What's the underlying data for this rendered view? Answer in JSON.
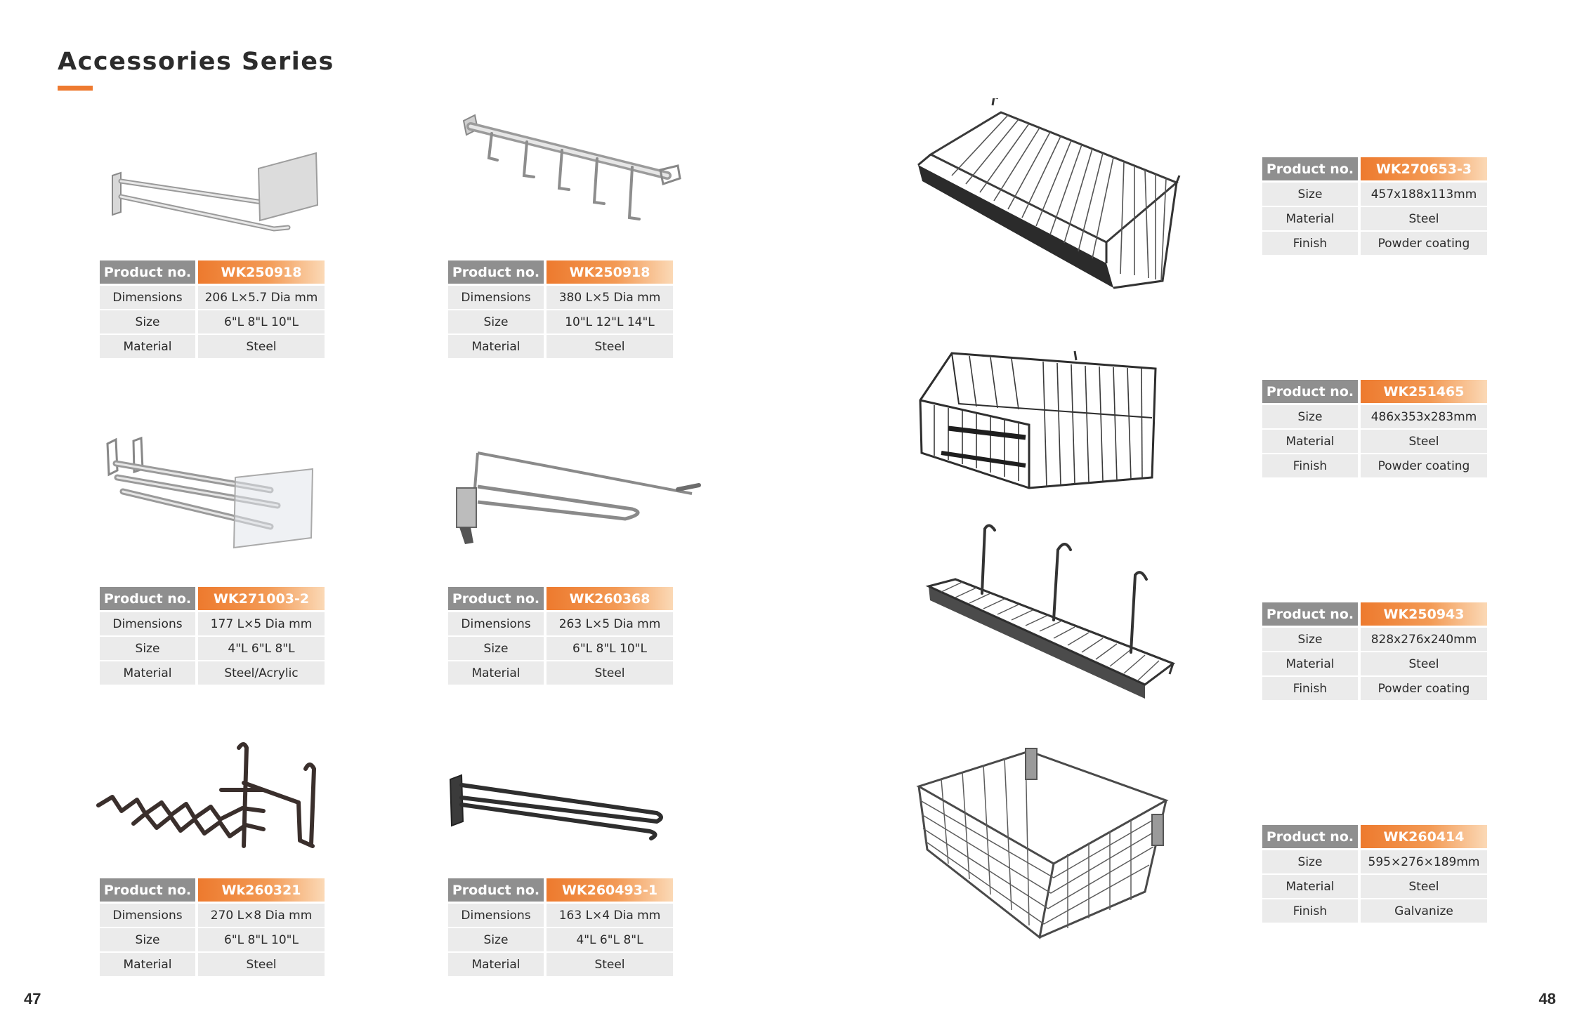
{
  "page_title": "Accessories Series",
  "page_numbers": {
    "left": "47",
    "right": "48"
  },
  "products": [
    {
      "name": "waterfall-hook-with-label-plate",
      "rows": [
        [
          "Product no.",
          "WK250918"
        ],
        [
          "Dimensions",
          "206 L×5.7 Dia mm"
        ],
        [
          "Size",
          "6\"L 8\"L 10\"L"
        ],
        [
          "Material",
          "Steel"
        ]
      ]
    },
    {
      "name": "five-prong-waterfall-arm",
      "rows": [
        [
          "Product no.",
          "WK250918"
        ],
        [
          "Dimensions",
          "380 L×5 Dia mm"
        ],
        [
          "Size",
          "10\"L 12\"L 14\"L"
        ],
        [
          "Material",
          "Steel"
        ]
      ]
    },
    {
      "name": "double-hook-with-acrylic-label",
      "rows": [
        [
          "Product no.",
          "WK271003-2"
        ],
        [
          "Dimensions",
          "177 L×5 Dia mm"
        ],
        [
          "Size",
          "4\"L 6\"L 8\"L"
        ],
        [
          "Material",
          "Steel/Acrylic"
        ]
      ]
    },
    {
      "name": "scanning-hook-with-label-arm",
      "rows": [
        [
          "Product no.",
          "WK260368"
        ],
        [
          "Dimensions",
          "263 L×5 Dia mm"
        ],
        [
          "Size",
          "6\"L 8\"L 10\"L"
        ],
        [
          "Material",
          "Steel"
        ]
      ]
    },
    {
      "name": "zigzag-grid-hook",
      "rows": [
        [
          "Product no.",
          "Wk260321"
        ],
        [
          "Dimensions",
          "270 L×8 Dia mm"
        ],
        [
          "Size",
          "6\"L 8\"L 10\"L"
        ],
        [
          "Material",
          "Steel"
        ]
      ]
    },
    {
      "name": "black-pegboard-double-hook",
      "rows": [
        [
          "Product no.",
          "WK260493-1"
        ],
        [
          "Dimensions",
          "163 L×4 Dia mm"
        ],
        [
          "Size",
          "4\"L 6\"L 8\"L"
        ],
        [
          "Material",
          "Steel"
        ]
      ]
    },
    {
      "name": "wire-basket-sloped",
      "rows": [
        [
          "Product no.",
          "WK270653-3"
        ],
        [
          "Size",
          "457x188x113mm"
        ],
        [
          "Material",
          "Steel"
        ],
        [
          "Finish",
          "Powder coating"
        ]
      ]
    },
    {
      "name": "wire-basket-deep",
      "rows": [
        [
          "Product no.",
          "WK251465"
        ],
        [
          "Size",
          "486x353x283mm"
        ],
        [
          "Material",
          "Steel"
        ],
        [
          "Finish",
          "Powder coating"
        ]
      ]
    },
    {
      "name": "wire-basket-long-shelf",
      "rows": [
        [
          "Product no.",
          "WK250943"
        ],
        [
          "Size",
          "828x276x240mm"
        ],
        [
          "Material",
          "Steel"
        ],
        [
          "Finish",
          "Powder coating"
        ]
      ]
    },
    {
      "name": "wire-basket-galvanized",
      "rows": [
        [
          "Product no.",
          "WK260414"
        ],
        [
          "Size",
          "595×276×189mm"
        ],
        [
          "Material",
          "Steel"
        ],
        [
          "Finish",
          "Galvanize"
        ]
      ]
    }
  ],
  "colors": {
    "accent": "#ee7a30",
    "header_gray": "#8f8f8f",
    "row_gray": "#ebebeb"
  }
}
